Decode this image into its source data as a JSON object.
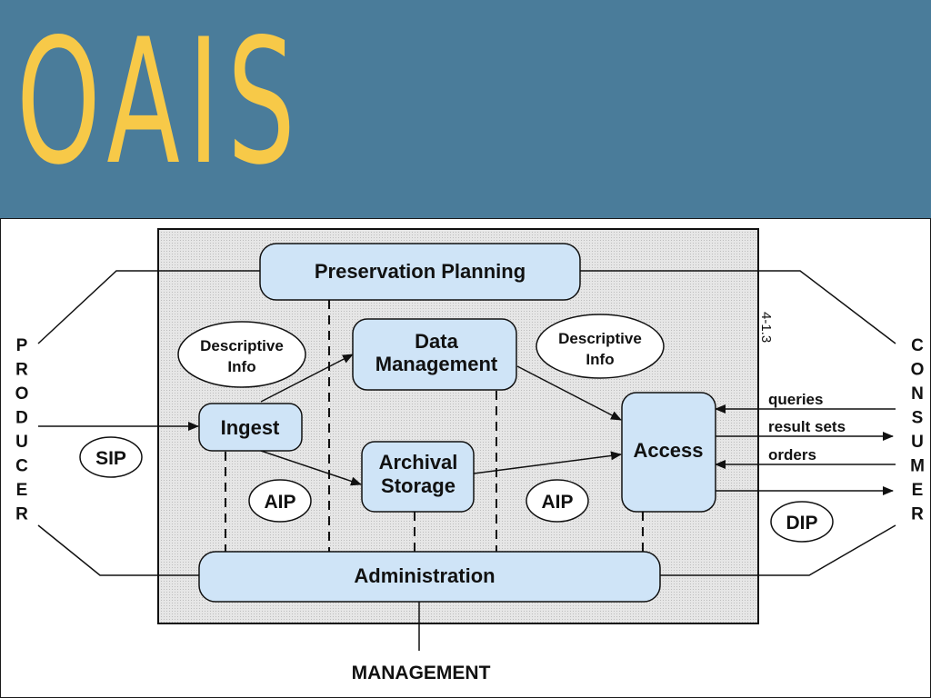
{
  "slide": {
    "title": "OAIS"
  },
  "diagram": {
    "boxes": {
      "preservation_planning": "Preservation Planning",
      "data_management_line1": "Data",
      "data_management_line2": "Management",
      "ingest": "Ingest",
      "archival_storage_line1": "Archival",
      "archival_storage_line2": "Storage",
      "access": "Access",
      "administration": "Administration"
    },
    "ellipses": {
      "descriptive_info_left_line1": "Descriptive",
      "descriptive_info_left_line2": "Info",
      "descriptive_info_right_line1": "Descriptive",
      "descriptive_info_right_line2": "Info",
      "sip": "SIP",
      "aip_left": "AIP",
      "aip_right": "AIP",
      "dip": "DIP"
    },
    "producer_letters": [
      "P",
      "R",
      "O",
      "D",
      "U",
      "C",
      "E",
      "R"
    ],
    "consumer_letters": [
      "C",
      "O",
      "N",
      "S",
      "U",
      "M",
      "E",
      "R"
    ],
    "flow_labels": {
      "queries": "queries",
      "result_sets": "result sets",
      "orders": "orders"
    },
    "management": "MANAGEMENT",
    "figure_number": "4-1.3",
    "colors": {
      "header_bg": "#4a7c9a",
      "title": "#f7c948",
      "box_fill": "#cfe4f7",
      "panel_fill": "#e2e2e2"
    }
  }
}
